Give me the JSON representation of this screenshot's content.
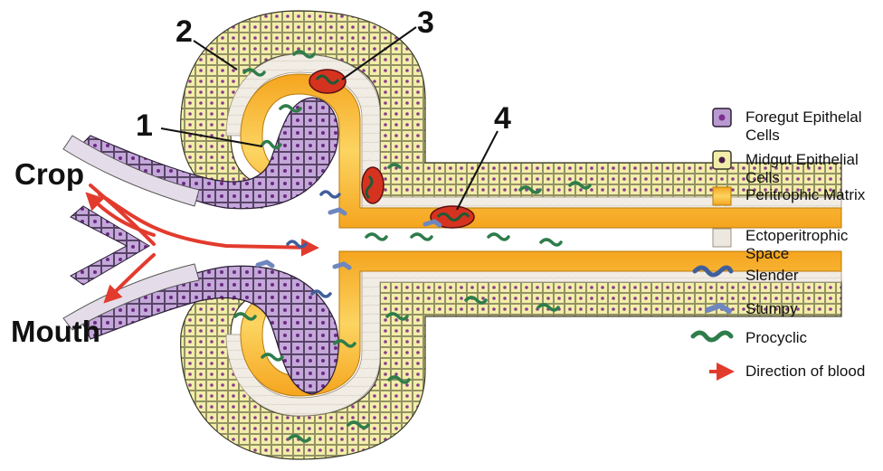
{
  "labels": {
    "crop": "Crop",
    "mouth": "Mouth",
    "n1": "1",
    "n2": "2",
    "n3": "3",
    "n4": "4"
  },
  "legend": {
    "foregut_1": "Foregut Epithelal",
    "foregut_2": "Cells",
    "midgut_1": "Midgut Epithelial",
    "midgut_2": "Cells",
    "peritrophic": "Peritrophic Matrix",
    "ecto_1": "Ectoperitrophic",
    "ecto_2": "Space",
    "slender": "Slender",
    "stumpy": "Stumpy",
    "procyclic": "Procyclic",
    "blood": "Direction of blood"
  },
  "colors": {
    "foregut": "#b99ad0",
    "foregut_nucleus": "#7a2e8e",
    "midgut": "#f2eeaa",
    "midgut_nucleus": "#8a3c8a",
    "peritrophic": "#f7b52a",
    "ecto": "#f1ece4",
    "blood_arrow": "#e23b2e",
    "slender": "#3f5f9a",
    "stumpy": "#6f87c0",
    "procyclic": "#2e7d4a"
  }
}
